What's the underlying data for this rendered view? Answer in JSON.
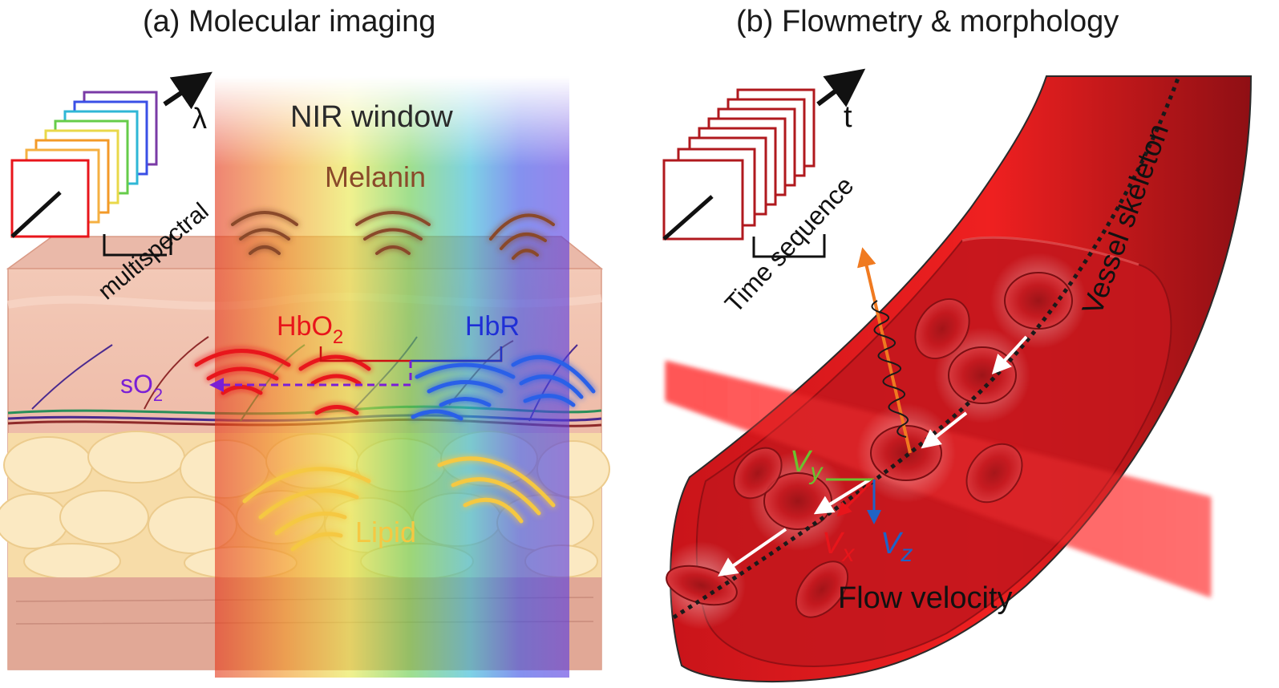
{
  "panel_a": {
    "title": "(a) Molecular imaging",
    "axis_symbol": "λ",
    "stack_label": "multispectral",
    "window_label": "NIR window",
    "melanin_label": "Melanin",
    "hbo2_label_base": "HbO",
    "hbo2_label_sub": "2",
    "hbr_label": "HbR",
    "so2_label_base": "sO",
    "so2_label_sub": "2",
    "lipid_label": "Lipid",
    "colors": {
      "melanin": "#8a4a2a",
      "hbo2": "#e8151b",
      "hbr": "#1f2fd6",
      "so2": "#7a1fd6",
      "lipid": "#f5c842"
    }
  },
  "panel_b": {
    "title": "(b) Flowmetry & morphology",
    "axis_symbol": "t",
    "stack_label": "Time sequence",
    "skeleton_label": "Vessel skeleton",
    "vx_base": "V",
    "vx_sub": "x",
    "vy_base": "V",
    "vy_sub": "y",
    "vz_base": "V",
    "vz_sub": "z",
    "velocity_label": "Flow velocity",
    "colors": {
      "vessel": "#e01818",
      "vx": "#e8151b",
      "vy": "#6cc22e",
      "vz": "#1f63c6",
      "frame": "#b0191e"
    }
  }
}
